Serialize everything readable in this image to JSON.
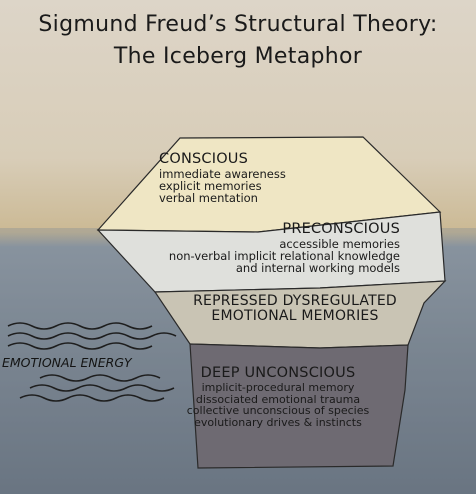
{
  "title": {
    "line1": "Sigmund Freud’s Structural Theory:",
    "line2": "The Iceberg Metaphor"
  },
  "layers": {
    "conscious": {
      "heading": "CONSCIOUS",
      "lines": [
        "immediate awareness",
        "explicit memories",
        "verbal mentation"
      ]
    },
    "preconscious": {
      "heading": "PRECONSCIOUS",
      "lines": [
        "accessible memories",
        "non-verbal implicit relational knowledge",
        "and internal working models"
      ]
    },
    "repressed": {
      "lines": [
        "REPRESSED DYSREGULATED",
        "EMOTIONAL MEMORIES"
      ]
    },
    "deep": {
      "heading": "DEEP UNCONSCIOUS",
      "lines": [
        "implicit-procedural memory",
        "dissociated emotional trauma",
        "collective unconscious of species",
        "evolutionary drives & instincts"
      ]
    }
  },
  "energy_label": "EMOTIONAL ENERGY",
  "colors": {
    "conscious_fill": "#efe6c4",
    "preconscious_fill": "#dfe0dc",
    "repressed_fill": "#c9c4b4",
    "deep_fill": "#6e6a72",
    "outline": "#2a2a2a"
  }
}
